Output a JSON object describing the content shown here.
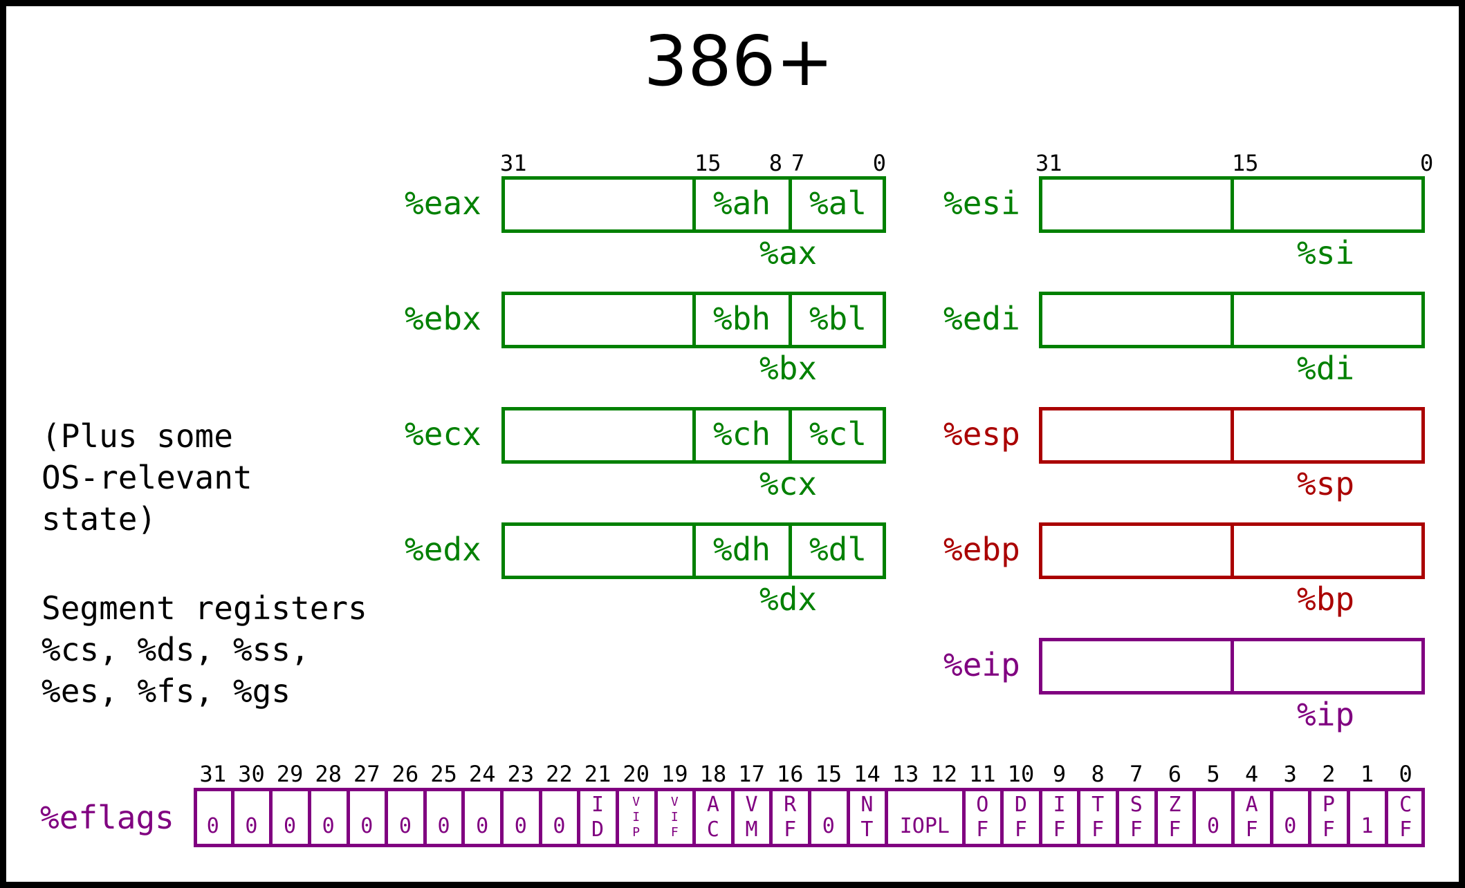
{
  "title": "386+",
  "colors": {
    "general": "#008000",
    "stack": "#aa0000",
    "ip": "#800080",
    "text": "#000000"
  },
  "note_os": "(Plus some\nOS-relevant\nstate)",
  "note_segments": "Segment registers\n%cs, %ds, %ss,\n%es, %fs, %gs",
  "left_bit_labels": [
    "31",
    "15",
    "8",
    "7",
    "0"
  ],
  "right_bit_labels": [
    "31",
    "15",
    "0"
  ],
  "left_registers": [
    {
      "name": "%eax",
      "high": "%ah",
      "low": "%al",
      "word": "%ax"
    },
    {
      "name": "%ebx",
      "high": "%bh",
      "low": "%bl",
      "word": "%bx"
    },
    {
      "name": "%ecx",
      "high": "%ch",
      "low": "%cl",
      "word": "%cx"
    },
    {
      "name": "%edx",
      "high": "%dh",
      "low": "%dl",
      "word": "%dx"
    }
  ],
  "right_registers": [
    {
      "name": "%esi",
      "word": "%si",
      "color": "#008000"
    },
    {
      "name": "%edi",
      "word": "%di",
      "color": "#008000"
    },
    {
      "name": "%esp",
      "word": "%sp",
      "color": "#aa0000"
    },
    {
      "name": "%ebp",
      "word": "%bp",
      "color": "#aa0000"
    },
    {
      "name": "%eip",
      "word": "%ip",
      "color": "#800080"
    }
  ],
  "eflags": {
    "name": "%eflags",
    "bits": [
      {
        "num": "31",
        "lines": [
          "0"
        ]
      },
      {
        "num": "30",
        "lines": [
          "0"
        ]
      },
      {
        "num": "29",
        "lines": [
          "0"
        ]
      },
      {
        "num": "28",
        "lines": [
          "0"
        ]
      },
      {
        "num": "27",
        "lines": [
          "0"
        ]
      },
      {
        "num": "26",
        "lines": [
          "0"
        ]
      },
      {
        "num": "25",
        "lines": [
          "0"
        ]
      },
      {
        "num": "24",
        "lines": [
          "0"
        ]
      },
      {
        "num": "23",
        "lines": [
          "0"
        ]
      },
      {
        "num": "22",
        "lines": [
          "0"
        ]
      },
      {
        "num": "21",
        "lines": [
          "I",
          "D"
        ]
      },
      {
        "num": "20",
        "lines": [
          "V",
          "I",
          "P"
        ]
      },
      {
        "num": "19",
        "lines": [
          "V",
          "I",
          "F"
        ]
      },
      {
        "num": "18",
        "lines": [
          "A",
          "C"
        ]
      },
      {
        "num": "17",
        "lines": [
          "V",
          "M"
        ]
      },
      {
        "num": "16",
        "lines": [
          "R",
          "F"
        ]
      },
      {
        "num": "15",
        "lines": [
          "0"
        ]
      },
      {
        "num": "14",
        "lines": [
          "N",
          "T"
        ]
      },
      {
        "num": "13",
        "lines": []
      },
      {
        "num": "12",
        "lines": []
      },
      {
        "num": "11",
        "lines": [
          "O",
          "F"
        ]
      },
      {
        "num": "10",
        "lines": [
          "D",
          "F"
        ]
      },
      {
        "num": "9",
        "lines": [
          "I",
          "F"
        ]
      },
      {
        "num": "8",
        "lines": [
          "T",
          "F"
        ]
      },
      {
        "num": "7",
        "lines": [
          "S",
          "F"
        ]
      },
      {
        "num": "6",
        "lines": [
          "Z",
          "F"
        ]
      },
      {
        "num": "5",
        "lines": [
          "0"
        ]
      },
      {
        "num": "4",
        "lines": [
          "A",
          "F"
        ]
      },
      {
        "num": "3",
        "lines": [
          "0"
        ]
      },
      {
        "num": "2",
        "lines": [
          "P",
          "F"
        ]
      },
      {
        "num": "1",
        "lines": [
          "1"
        ]
      },
      {
        "num": "0",
        "lines": [
          "C",
          "F"
        ]
      }
    ],
    "iopl": "IOPL"
  }
}
